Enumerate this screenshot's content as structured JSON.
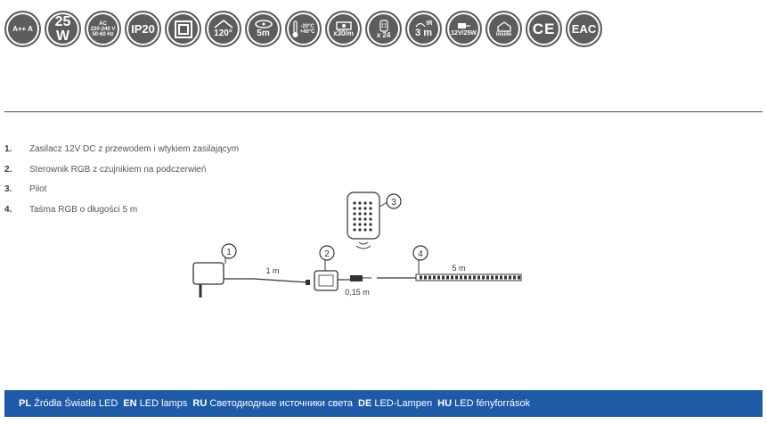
{
  "icons": {
    "energy_class": "A++ A",
    "power": "25 W",
    "voltage_title": "AC",
    "voltage_range": "220-240 V",
    "voltage_freq": "50-60 Hz",
    "ip_rating": "IP20",
    "beam_angle": "120°",
    "strip_length": "5m",
    "temp_high": "-20°C",
    "temp_low": "+40°C",
    "led_density": "x30/m",
    "remote_keys": "x 24",
    "ir_range": "3 m",
    "ir_label": "IR",
    "adapter_spec": "12V/25W",
    "inside_label": "inside",
    "ce_mark": "CE",
    "eac_mark": "EAC"
  },
  "list": [
    {
      "num": "1.",
      "text": "Zasilacz 12V DC z przewodem i wtykiem zasilającym"
    },
    {
      "num": "2.",
      "text": "Sterownik RGB z czujnikiem na podczerwień"
    },
    {
      "num": "3.",
      "text": "Pilot"
    },
    {
      "num": "4.",
      "text": "Taśma RGB o długości 5 m"
    }
  ],
  "diagram": {
    "callout_1": "1",
    "callout_2": "2",
    "callout_3": "3",
    "callout_4": "4",
    "cable_1": "1 m",
    "cable_2": "0,15 m",
    "strip": "5 m"
  },
  "footer": [
    {
      "code": "PL",
      "text": "Źródła Światła LED"
    },
    {
      "code": "EN",
      "text": "LED lamps"
    },
    {
      "code": "RU",
      "text": "Светодиодные источники света"
    },
    {
      "code": "DE",
      "text": "LED-Lampen"
    },
    {
      "code": "HU",
      "text": "LED fényforrások"
    }
  ],
  "colors": {
    "badge": "#5d5d5d",
    "footer": "#1d5aa8",
    "rule": "#4a4a4a"
  }
}
